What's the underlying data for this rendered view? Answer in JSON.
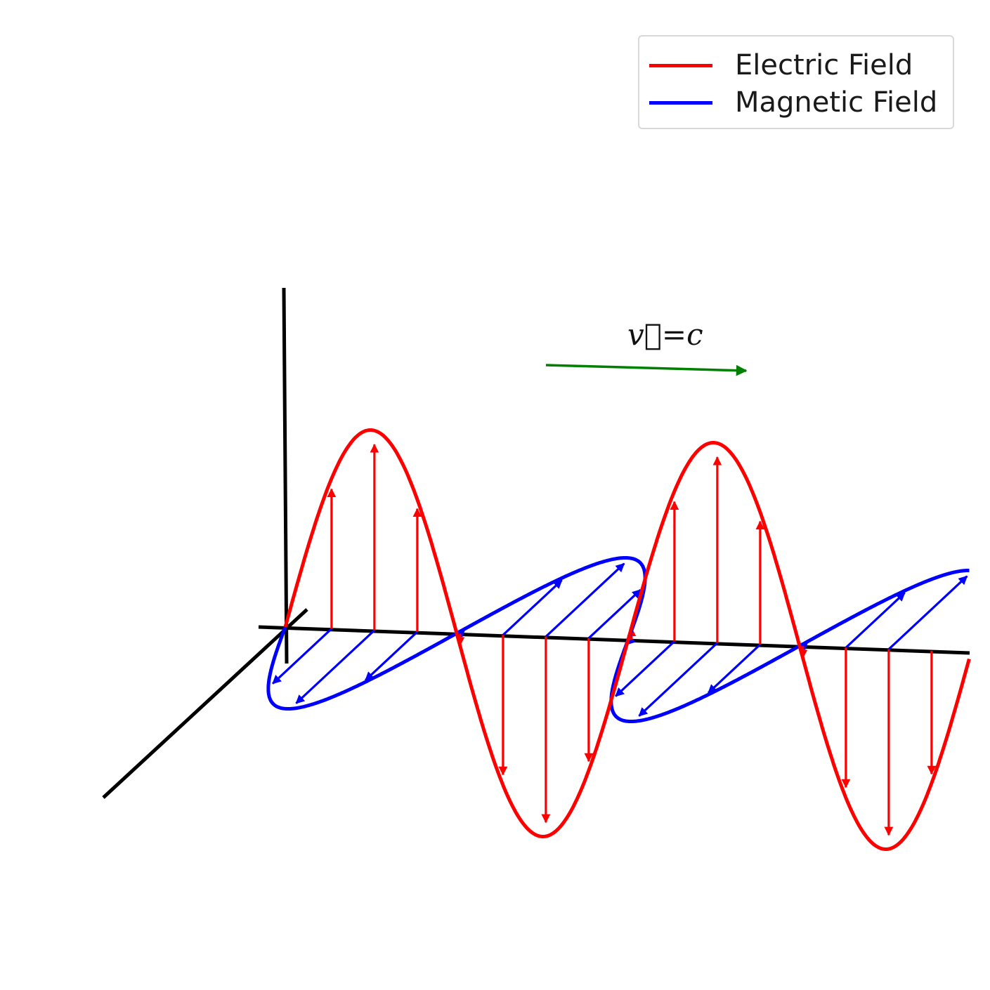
{
  "legend": {
    "electric": {
      "label": "Electric Field",
      "color": "#ff0000"
    },
    "magnetic": {
      "label": "Magnetic Field",
      "color": "#0000ff"
    }
  },
  "velocity": {
    "label": "v⃗=c",
    "color": "#008000"
  },
  "axes_color": "#000000",
  "wave": {
    "wavelengths_shown": 2,
    "field_vectors_per_wavelength": 8
  }
}
